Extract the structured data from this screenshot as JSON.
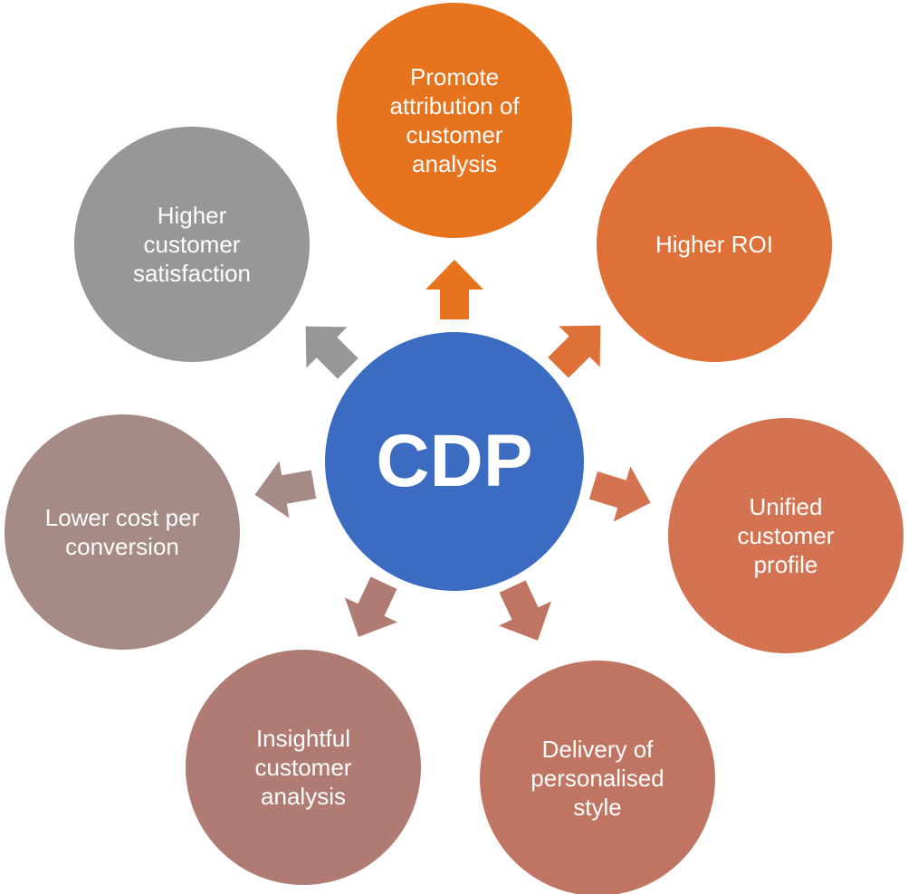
{
  "center": {
    "label": "CDP",
    "color": "#3B6CC2"
  },
  "nodes": [
    {
      "label": "Promote attribution of customer analysis",
      "color": "#E8731E"
    },
    {
      "label": "Higher ROI",
      "color": "#DF7038"
    },
    {
      "label": "Unified customer profile",
      "color": "#D47352"
    },
    {
      "label": "Delivery of personalised style",
      "color": "#C07562"
    },
    {
      "label": "Insightful customer analysis",
      "color": "#B07B72"
    },
    {
      "label": "Lower cost per conversion",
      "color": "#A58A86"
    },
    {
      "label": "Higher customer satisfaction",
      "color": "#979797"
    }
  ]
}
